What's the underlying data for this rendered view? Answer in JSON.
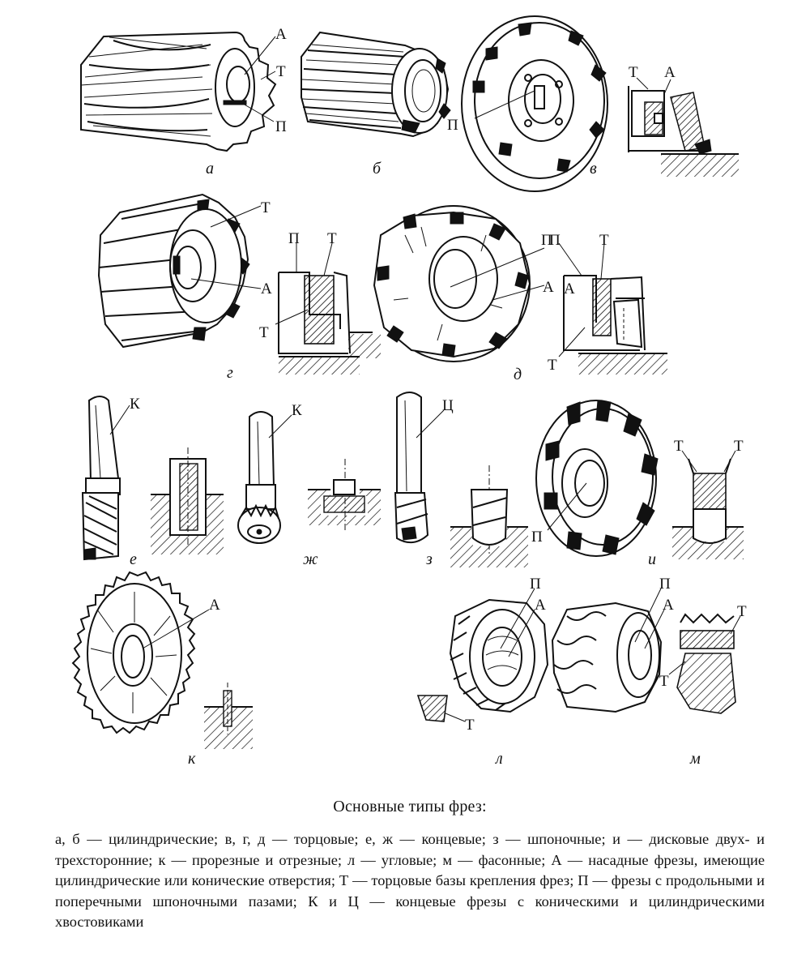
{
  "figure": {
    "title": "Основные типы фрез:",
    "legend": "а, б — цилиндрические; в, г, д — торцовые; е, ж — концевые; з — шпоночные; и — дисковые двух- и трехсторонние; к — прорезные и отрезные; л — угловые; м — фасонные; А — насадные фрезы, имеющие цилиндрические или конические отверстия; Т — торцовые базы крепления фрез; П — фрезы с продольными и поперечными шпоночными пазами; К и Ц — концевые фрезы с коническими и цилиндрическими хвостовиками"
  },
  "letters": {
    "a": "А",
    "t": "Т",
    "p": "П",
    "k": "К",
    "ts": "Ц"
  },
  "panels": {
    "a": "а",
    "b": "б",
    "v": "в",
    "g": "г",
    "d": "д",
    "e": "е",
    "zh": "ж",
    "z": "з",
    "i": "и",
    "k": "к",
    "l": "л",
    "m": "м"
  }
}
